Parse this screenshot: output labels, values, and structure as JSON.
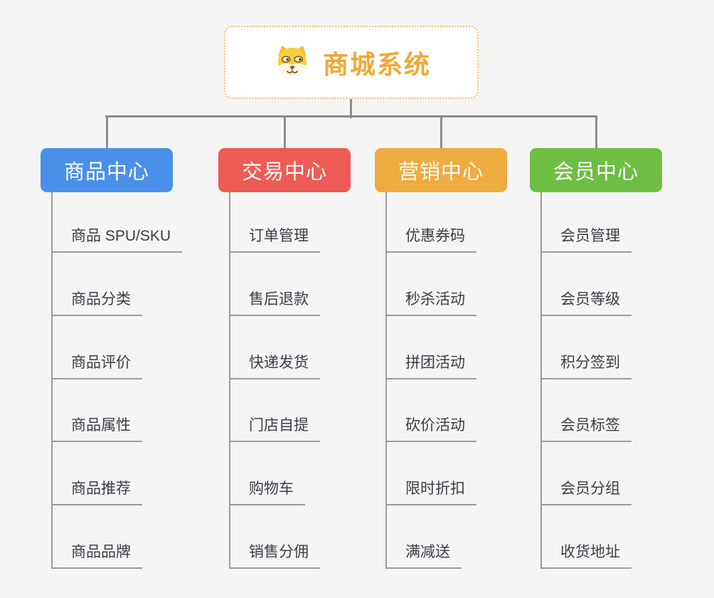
{
  "root": {
    "title": "商城系统",
    "icon": "dog-face-icon",
    "text_color": "#F0A838",
    "border_color": "#F2BE72",
    "background": "#FFFFFF"
  },
  "canvas_background": "#F5F5F6",
  "connector_color": "#8B8B8B",
  "topic_line_color": "#9B9B9B",
  "branches": [
    {
      "title": "商品中心",
      "color": "#4A90E8",
      "items": [
        "商品 SPU/SKU",
        "商品分类",
        "商品评价",
        "商品属性",
        "商品推荐",
        "商品品牌"
      ]
    },
    {
      "title": "交易中心",
      "color": "#ED5B55",
      "items": [
        "订单管理",
        "售后退款",
        "快递发货",
        "门店自提",
        "购物车",
        "销售分佣"
      ]
    },
    {
      "title": "营销中心",
      "color": "#EEAC40",
      "items": [
        "优惠券码",
        "秒杀活动",
        "拼团活动",
        "砍价活动",
        "限时折扣",
        "满减送"
      ]
    },
    {
      "title": "会员中心",
      "color": "#6FBE44",
      "items": [
        "会员管理",
        "会员等级",
        "积分签到",
        "会员标签",
        "会员分组",
        "收货地址"
      ]
    }
  ]
}
